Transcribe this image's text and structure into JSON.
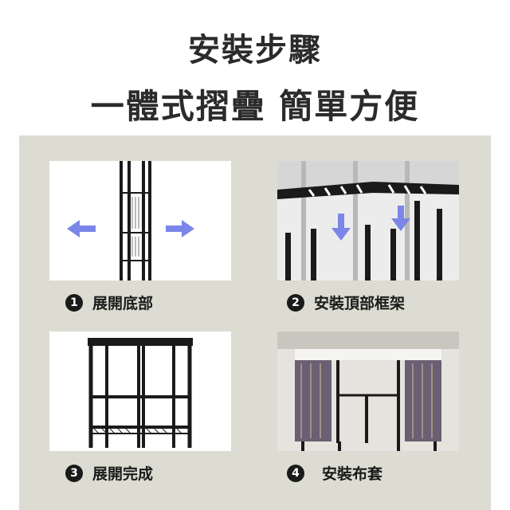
{
  "title_line1": "安裝步驟",
  "title_line2": "一體式摺疊  簡單方便",
  "steps": [
    {
      "number": "1",
      "label": "展開底部"
    },
    {
      "number": "2",
      "label": "安裝頂部框架"
    },
    {
      "number": "3",
      "label": "展開完成"
    },
    {
      "number": "4",
      "label": "安裝布套"
    }
  ],
  "colors": {
    "panel_bg": "#dcdcd2",
    "arrow": "#7b86e8",
    "frame": "#1a1a1a"
  },
  "icons": {
    "left_arrow": "arrow-left-icon",
    "right_arrow": "arrow-right-icon",
    "down_arrow": "arrow-down-icon"
  }
}
